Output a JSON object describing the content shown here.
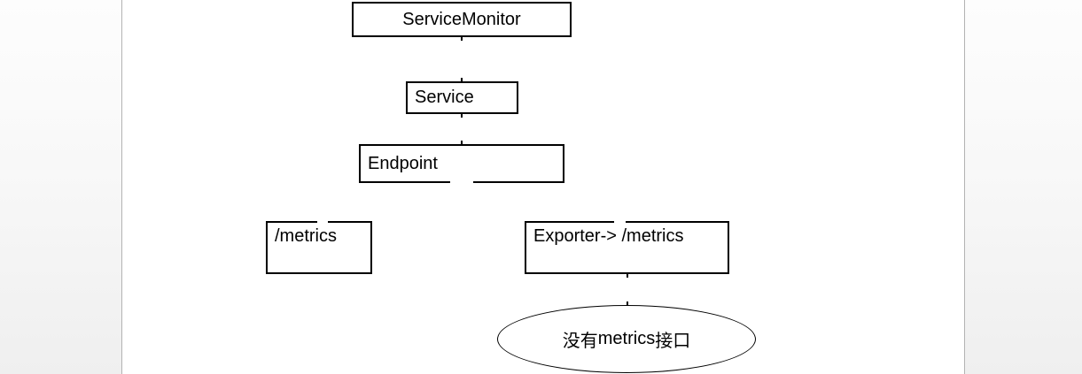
{
  "page": {
    "canvas_color": "#ffffff",
    "margin_gradient_top": "#fdfdfd",
    "margin_gradient_bottom": "#efefef",
    "canvas_border_color": "#b3b3b3",
    "shape_border_color": "#000000",
    "text_color": "#000000"
  },
  "diagram": {
    "nodes": [
      {
        "id": "servicemonitor",
        "shape": "rect",
        "label": "ServiceMonitor"
      },
      {
        "id": "service",
        "shape": "rect",
        "label": "Service"
      },
      {
        "id": "endpoint",
        "shape": "rect",
        "label": "Endpoint"
      },
      {
        "id": "metrics",
        "shape": "rect",
        "label": "/metrics"
      },
      {
        "id": "exporter",
        "shape": "rect",
        "label": "Exporter-> /metrics"
      },
      {
        "id": "no-metrics",
        "shape": "ellipse",
        "label": "没有metrics接口",
        "label_prefix": "没有",
        "label_mid": "metrics",
        "label_suffix": "接口"
      }
    ]
  }
}
